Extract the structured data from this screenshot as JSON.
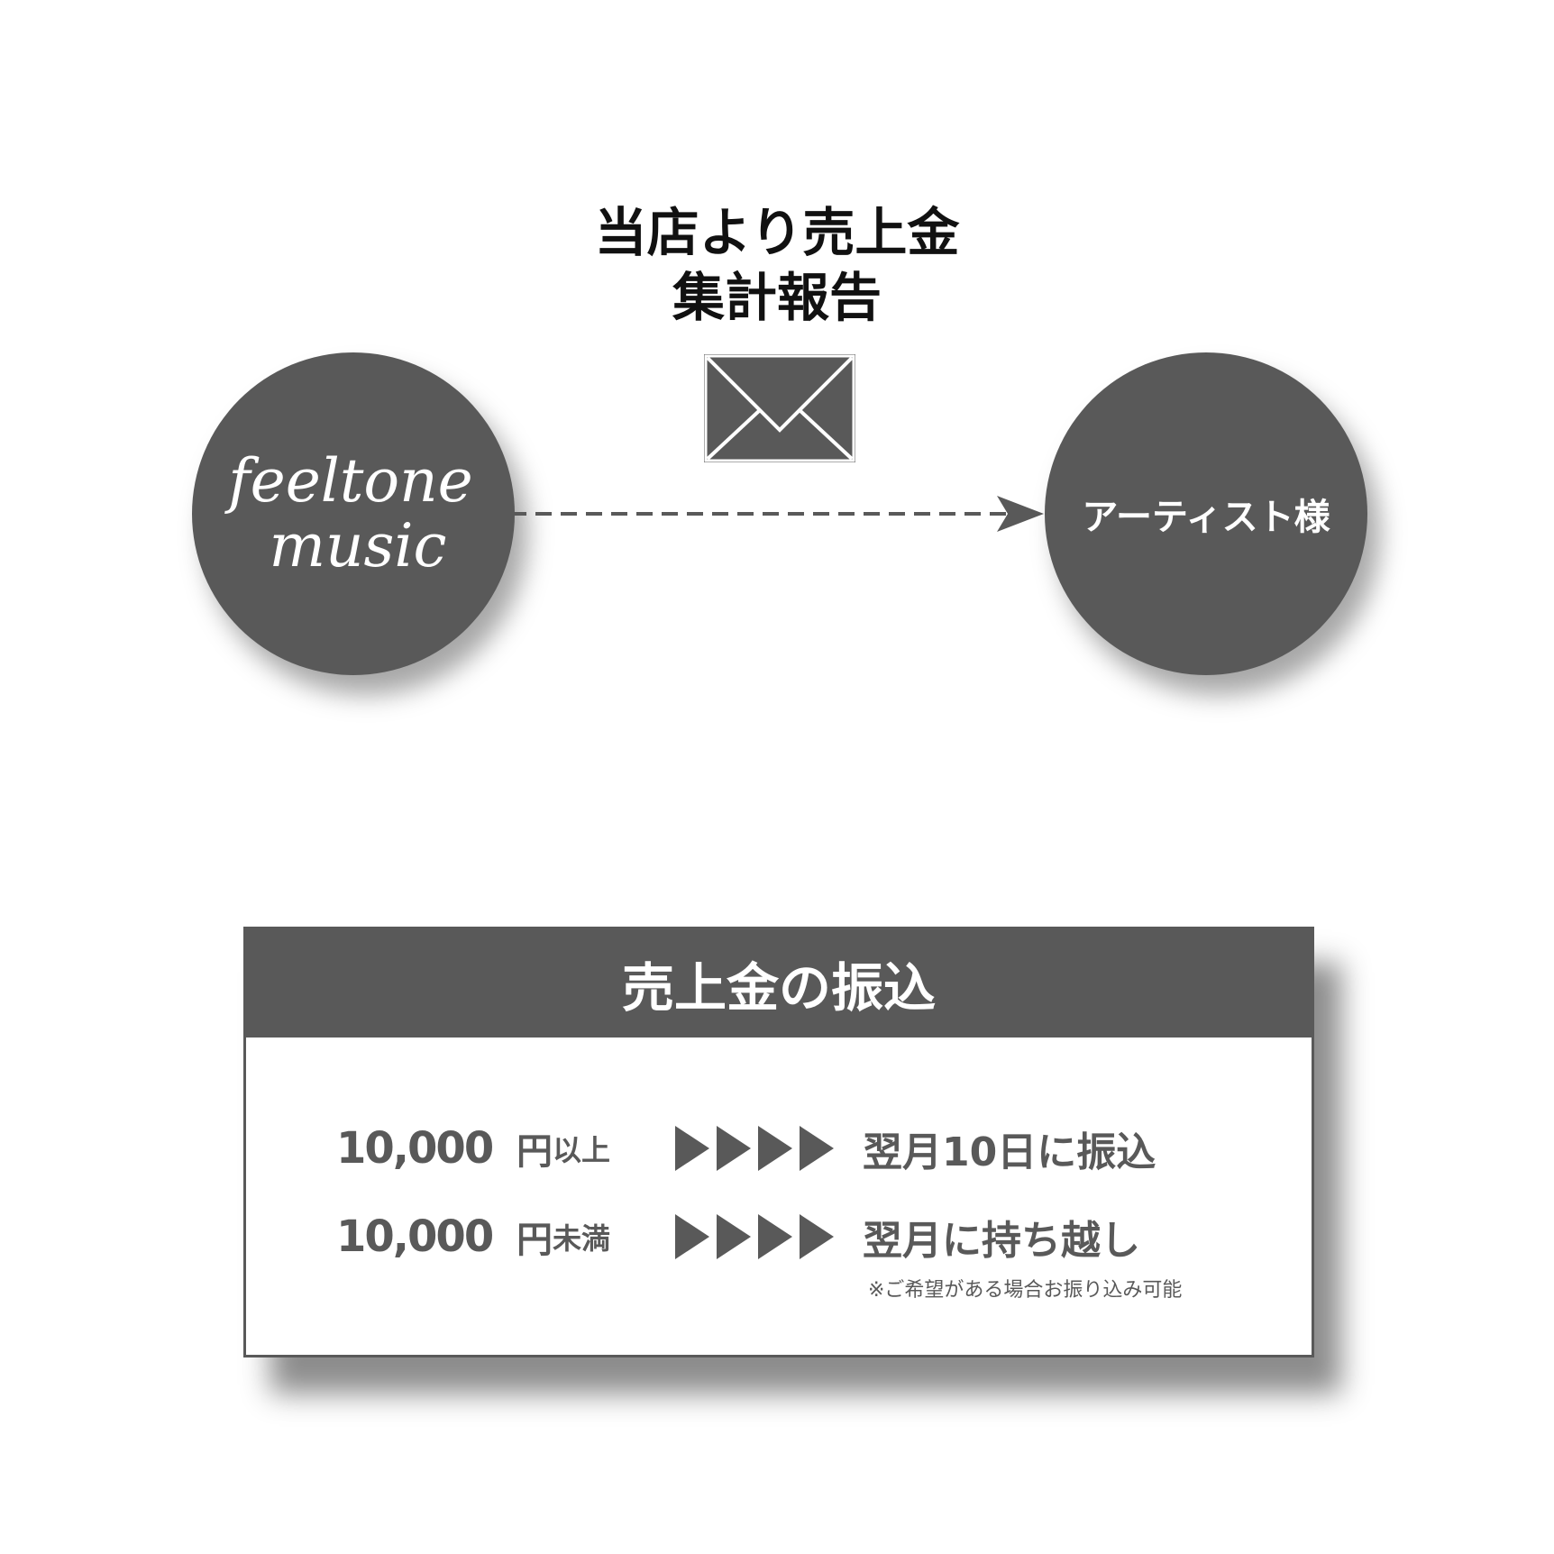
{
  "header": {
    "title_line1": "当店より売上金",
    "title_line2": "集計報告"
  },
  "flow": {
    "sender_line1": "feeltone",
    "sender_line2": "music",
    "receiver": "アーティスト様",
    "message_icon": "envelope-icon"
  },
  "payout": {
    "title": "売上金の振込",
    "rows": [
      {
        "amount": "10,000",
        "unit": "円",
        "condition": "以上",
        "result": "翌月10日に振込"
      },
      {
        "amount": "10,000",
        "unit": "円",
        "condition": "未満",
        "result": "翌月に持ち越し"
      }
    ],
    "note": "※ご希望がある場合お振り込み可能"
  },
  "colors": {
    "primary": "#595959",
    "text": "#111111"
  }
}
